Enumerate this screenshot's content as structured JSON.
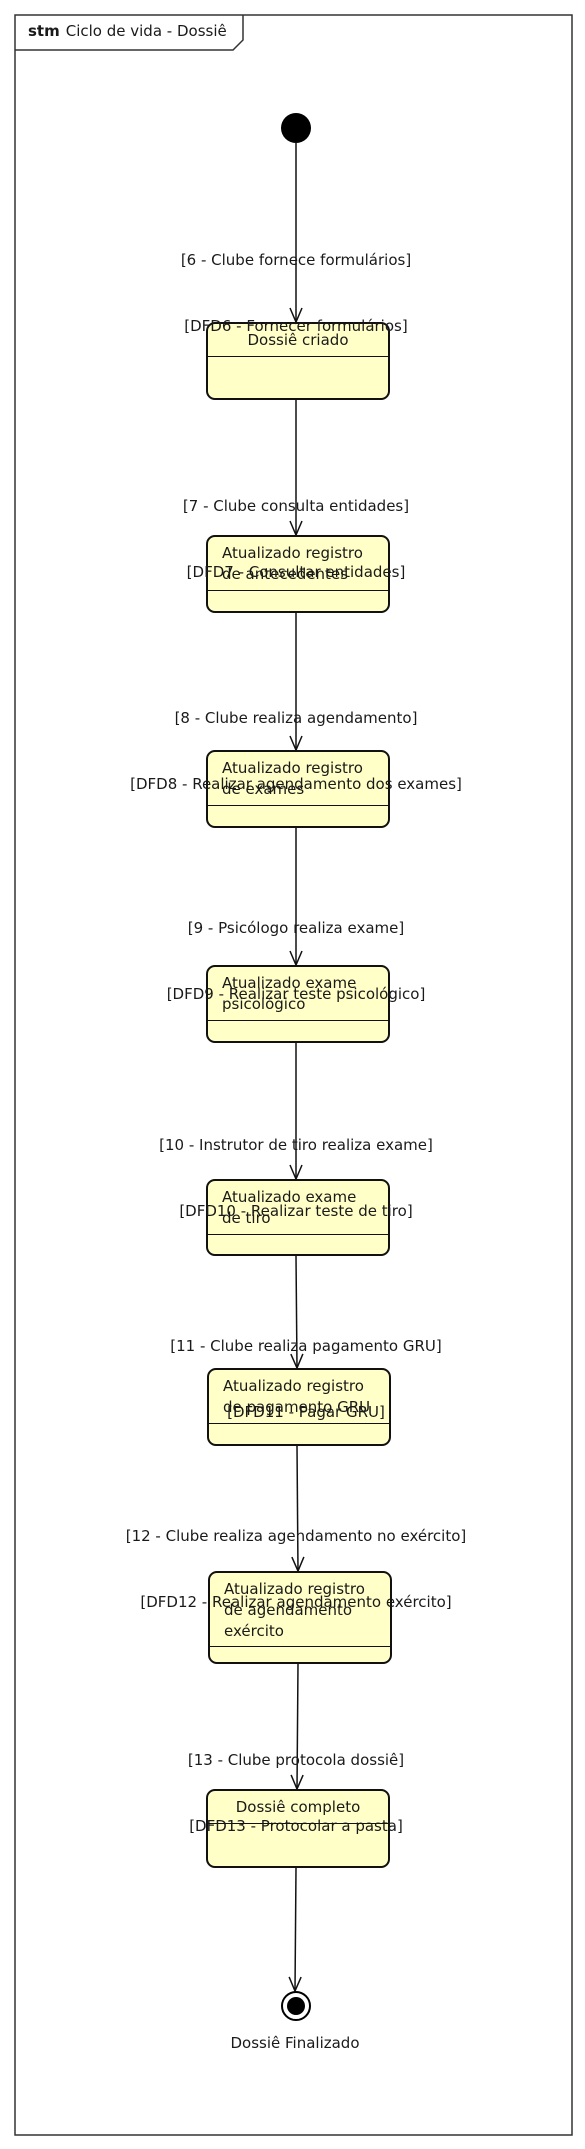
{
  "frame": {
    "keyword": "stm",
    "title": "Ciclo de vida - Dossiê"
  },
  "states": [
    {
      "id": "s1",
      "lines": [
        "Dossiê criado"
      ]
    },
    {
      "id": "s2",
      "lines": [
        "Atualizado registro",
        "de antecedentes"
      ]
    },
    {
      "id": "s3",
      "lines": [
        "Atualizado registro",
        "de exames"
      ]
    },
    {
      "id": "s4",
      "lines": [
        "Atualizado exame",
        "psicológico"
      ]
    },
    {
      "id": "s5",
      "lines": [
        "Atualizado exame",
        "de tiro"
      ]
    },
    {
      "id": "s6",
      "lines": [
        "Atualizado registro",
        "de pagamento GRU"
      ]
    },
    {
      "id": "s7",
      "lines": [
        "Atualizado registro",
        "de agendamento",
        "exército"
      ]
    },
    {
      "id": "s8",
      "lines": [
        "Dossiê completo"
      ]
    }
  ],
  "transitions": [
    {
      "line1": "[6 - Clube fornece formulários]",
      "line2": "[DFD6 - Fornecer formulários]"
    },
    {
      "line1": "[7 - Clube consulta entidades]",
      "line2": "[DFD7 - Consultar entidades]"
    },
    {
      "line1": "[8 - Clube realiza agendamento]",
      "line2": "[DFD8 - Realizar agendamento dos exames]"
    },
    {
      "line1": "[9 - Psicólogo realiza exame]",
      "line2": "[DFD9 - Realizar teste psicológico]"
    },
    {
      "line1": "[10 - Instrutor de tiro realiza exame]",
      "line2": "[DFD10 - Realizar teste de tiro]"
    },
    {
      "line1": "[11 - Clube realiza pagamento GRU]",
      "line2": "[DFD11 - Pagar GRU]"
    },
    {
      "line1": "[12 - Clube realiza agendamento no exército]",
      "line2": "[DFD12 - Realizar agendamento exército]"
    },
    {
      "line1": "[13 - Clube protocola dossiê]",
      "line2": "[DFD13 - Protocolar a pasta]"
    }
  ],
  "final": {
    "label": "Dossiê Finalizado"
  },
  "colors": {
    "state_fill": "#ffffc7",
    "stroke": "#111111"
  }
}
